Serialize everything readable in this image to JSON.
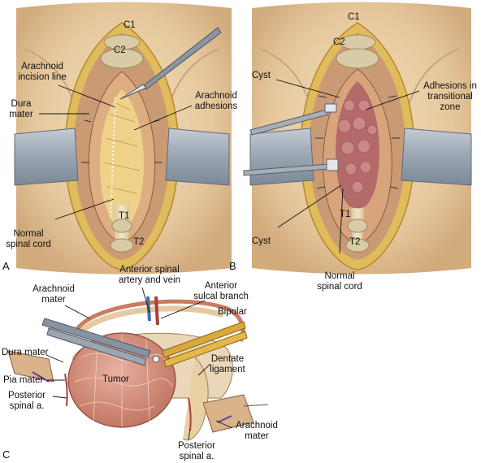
{
  "panelA": {
    "letter": "A",
    "labels": {
      "c1": "C1",
      "c2": "C2",
      "t1": "T1",
      "t2": "T2",
      "incision_1": "Arachnoid",
      "incision_2": "incision line",
      "dura_1": "Dura",
      "dura_2": "mater",
      "adh_1": "Arachnoid",
      "adh_2": "adhesions",
      "cord_1": "Normal",
      "cord_2": "spinal cord"
    }
  },
  "panelB": {
    "letter": "B",
    "labels": {
      "c1": "C1",
      "c2": "C2",
      "t1": "T1",
      "t2": "T2",
      "cyst_top": "Cyst",
      "adh_1": "Adhesions in",
      "adh_2": "transitional",
      "adh_3": "zone",
      "cyst_bottom": "Cyst",
      "cord_1": "Normal",
      "cord_2": "spinal cord"
    }
  },
  "panelC": {
    "letter": "C",
    "labels": {
      "asav_1": "Anterior spinal",
      "asav_2": "artery and vein",
      "asb_1": "Anterior",
      "asb_2": "sulcal branch",
      "arach_1": "Arachnoid",
      "arach_2": "mater",
      "bipolar": "Bipolar",
      "dura": "Dura mater",
      "dentate_1": "Dentate",
      "dentate_2": "ligament",
      "tumor": "Tumor",
      "pia": "Pia mater",
      "psa_1": "Posterior",
      "psa_2": "spinal a.",
      "arach2_1": "Arachnoid",
      "arach2_2": "mater",
      "psa2_1": "Posterior",
      "psa2_2": "spinal a."
    }
  },
  "colors": {
    "skin": "#e9cfa6",
    "skin_shadow": "#c9a57a",
    "dura": "#e2b48a",
    "cord": "#ead9b4",
    "blood": "#a8403a",
    "retractor": "#a7b2bf",
    "tumor": "#d89580",
    "bone": "#d8c9a0",
    "fat": "#e2c060"
  }
}
